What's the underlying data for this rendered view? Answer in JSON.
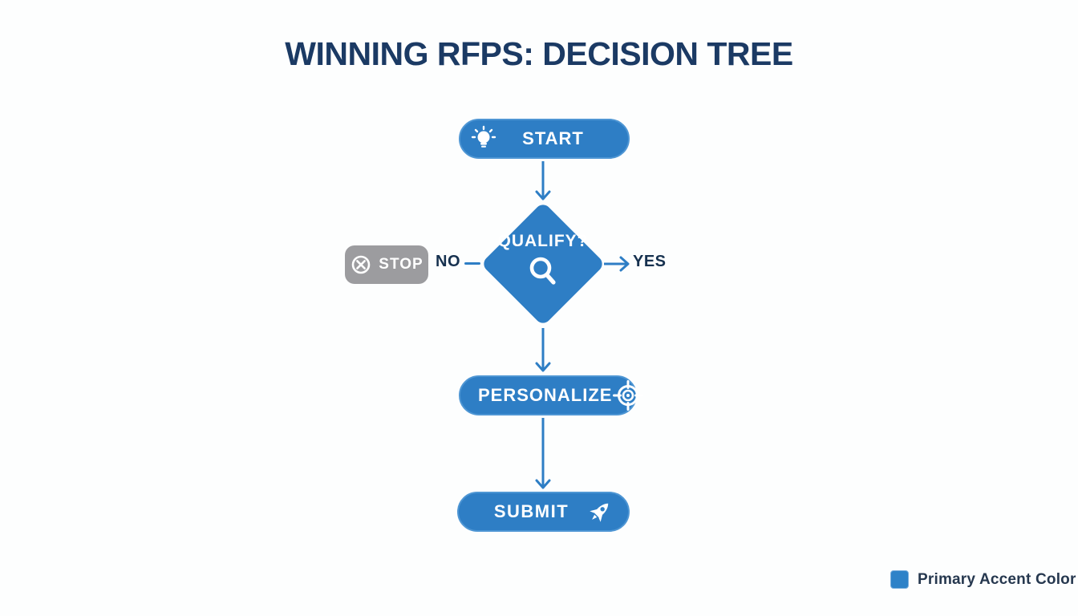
{
  "title": "WINNING RFPS: DECISION TREE",
  "colors": {
    "primary_accent": "#2e7ec5",
    "navy_text": "#1b3a64",
    "stop_gray": "#9c9c9f",
    "white": "#ffffff"
  },
  "flow": {
    "start": {
      "label": "START",
      "icon": "lightbulb-icon"
    },
    "decision": {
      "label": "QUALIFY?",
      "icon": "magnifier-icon"
    },
    "no_branch": {
      "label": "NO"
    },
    "yes_branch": {
      "label": "YES"
    },
    "stop": {
      "label": "STOP",
      "icon": "cancel-circle-icon"
    },
    "personalize": {
      "label": "PERSONALIZE",
      "icon": "target-icon"
    },
    "submit": {
      "label": "SUBMIT",
      "icon": "rocket-icon"
    }
  },
  "legend": {
    "label": "Primary Accent Color",
    "swatch_color": "#2e82c8"
  }
}
